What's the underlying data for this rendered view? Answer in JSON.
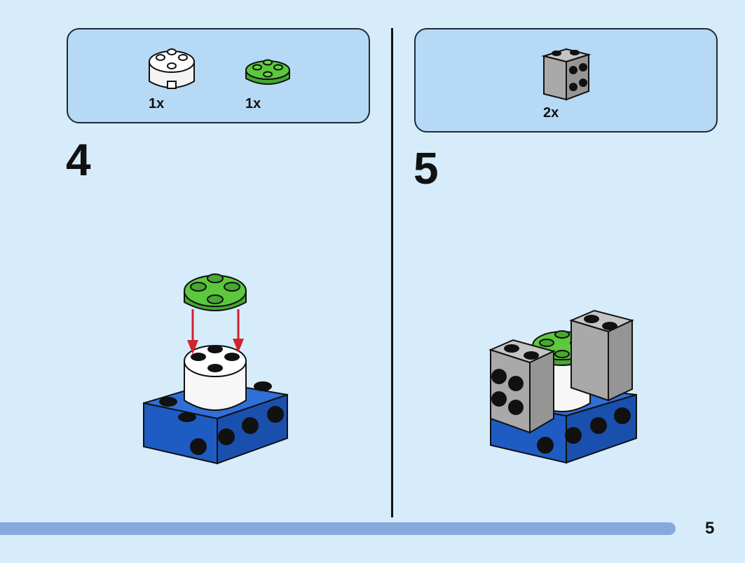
{
  "steps": [
    {
      "number": "4",
      "parts": [
        {
          "qty": "1x",
          "part": "white-round-brick-2x2"
        },
        {
          "qty": "1x",
          "part": "green-round-plate-2x2"
        }
      ]
    },
    {
      "number": "5",
      "parts": [
        {
          "qty": "2x",
          "part": "grey-brick-with-side-studs"
        }
      ]
    }
  ],
  "page_number": "5",
  "colors": {
    "background": "#d6ecfb",
    "parts_box": "#b6d9f5",
    "progress_bar": "#86a9dd",
    "blue_brick": "#1e5cc4",
    "green_plate": "#5cc83c",
    "grey_brick": "#a9a9a9",
    "arrow": "#d0232a"
  }
}
